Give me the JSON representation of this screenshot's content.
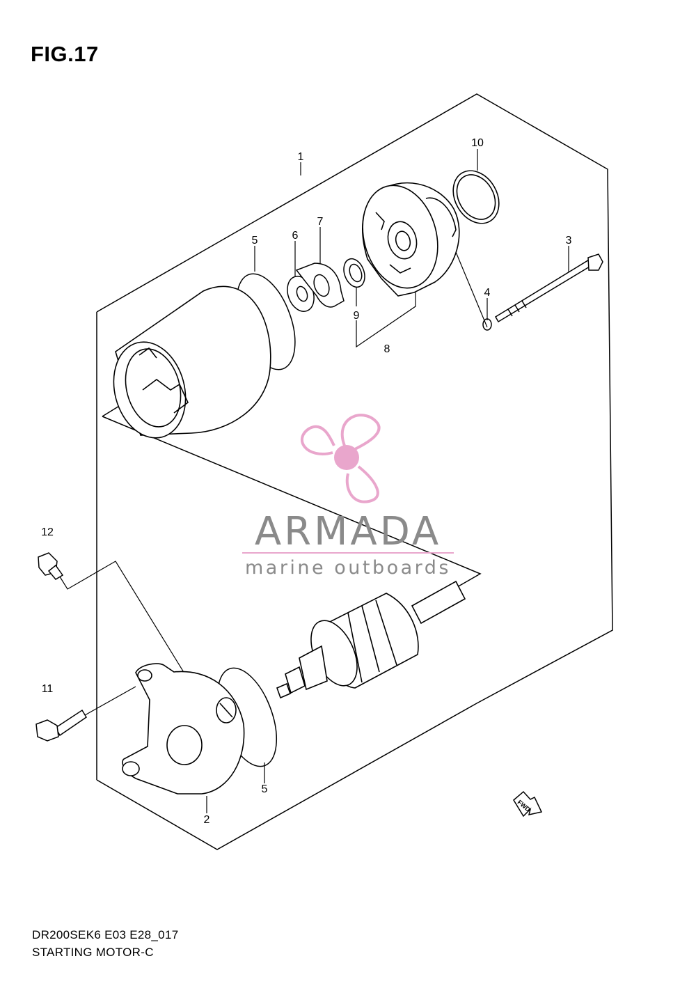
{
  "figure": {
    "title": "FIG.17",
    "code": "DR200SEK6 E03 E28_017",
    "name": "STARTING MOTOR-C"
  },
  "callouts": {
    "c1": "1",
    "c2": "2",
    "c3": "3",
    "c4": "4",
    "c5a": "5",
    "c5b": "5",
    "c6": "6",
    "c7": "7",
    "c8": "8",
    "c9": "9",
    "c10": "10",
    "c11": "11",
    "c12": "12"
  },
  "fwd_label": "FWD",
  "watermark": {
    "name": "ARMADA",
    "tagline": "marine outboards",
    "color": "#e9a6cc"
  }
}
